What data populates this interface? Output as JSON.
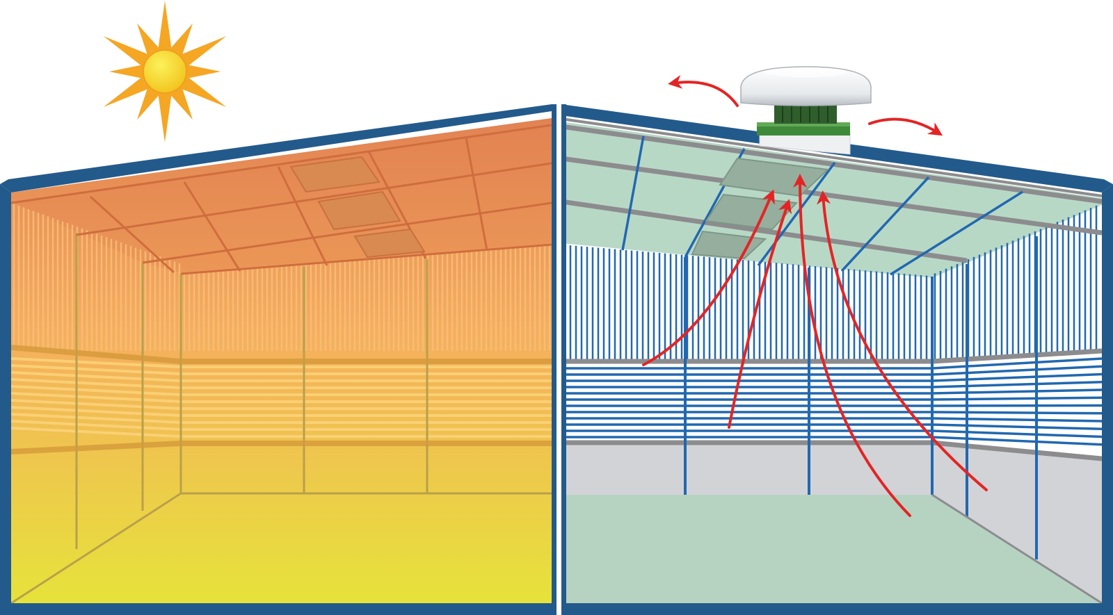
{
  "diagram": {
    "panels": [
      {
        "id": "hot-building",
        "state": "without-ventilation",
        "fill_top": "#e07f52",
        "fill_mid": "#f6ad5e",
        "fill_bottom": "#e6e33a"
      },
      {
        "id": "ventilated-building",
        "state": "with-roof-ventilator",
        "floor": "#b6d3c2",
        "wall": "#d2d3d7",
        "ceiling": "#b8d8c6"
      }
    ],
    "colors": {
      "frame": "#235a8c",
      "rib": "#2168b0",
      "arrow": "#e42424",
      "sun_rays": "#f5a623",
      "sun_core": "#f3de1f",
      "ventilator_cap": "#e8ebee",
      "ventilator_motor": "#3f8a3a",
      "beam": "#8c8c8e"
    },
    "icons": [
      "sun-icon",
      "roof-ventilator-icon",
      "airflow-arrow-icon"
    ]
  }
}
